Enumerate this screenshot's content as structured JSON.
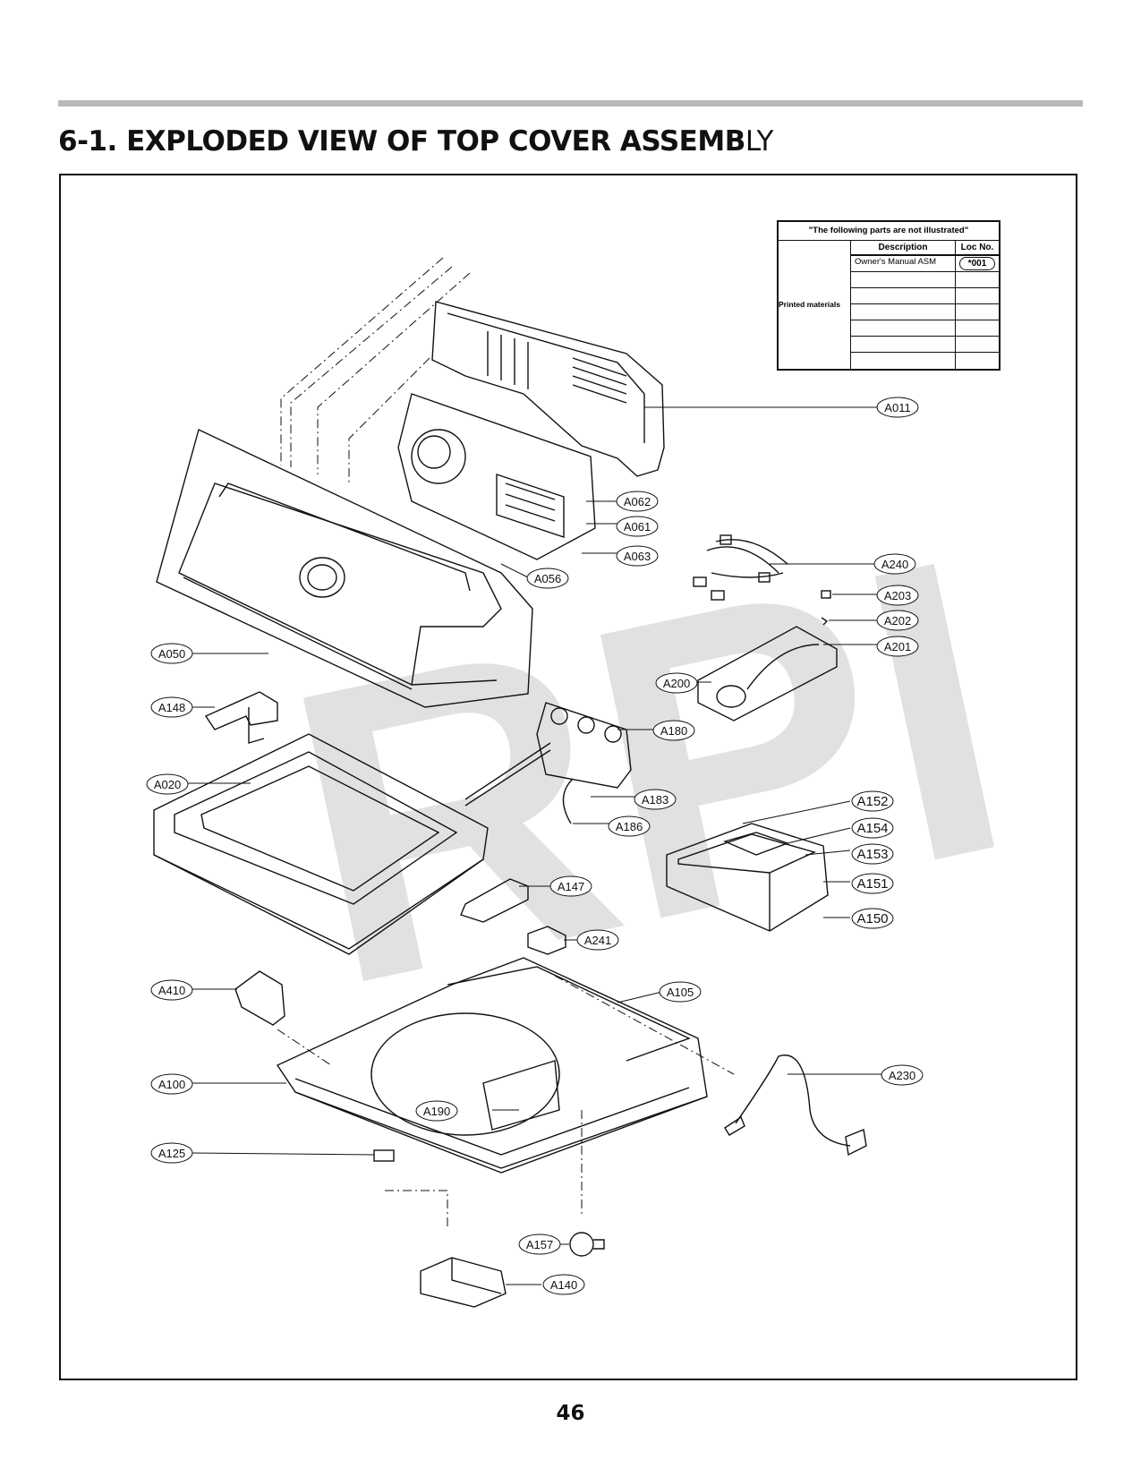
{
  "section_title_main": "6-1. EXPLODED VIEW OF TOP COVER ASSEMB",
  "section_title_tail": "LY",
  "watermark": "RPI",
  "page_number": "46",
  "not_illustrated_table": {
    "caption": "\"The following parts are not illustrated\"",
    "col_description": "Description",
    "col_loc": "Loc No.",
    "category": "Printed materials",
    "rows": [
      {
        "description": "Owner's Manual ASM",
        "loc": "*001"
      }
    ]
  },
  "parts": [
    {
      "id": "a011",
      "label": "A011"
    },
    {
      "id": "a062",
      "label": "A062"
    },
    {
      "id": "a061",
      "label": "A061"
    },
    {
      "id": "a063",
      "label": "A063"
    },
    {
      "id": "a056",
      "label": "A056"
    },
    {
      "id": "a240",
      "label": "A240"
    },
    {
      "id": "a203",
      "label": "A203"
    },
    {
      "id": "a202",
      "label": "A202"
    },
    {
      "id": "a201",
      "label": "A201"
    },
    {
      "id": "a200",
      "label": "A200"
    },
    {
      "id": "a050",
      "label": "A050"
    },
    {
      "id": "a148",
      "label": "A148"
    },
    {
      "id": "a180",
      "label": "A180"
    },
    {
      "id": "a020",
      "label": "A020"
    },
    {
      "id": "a183",
      "label": "A183"
    },
    {
      "id": "a186",
      "label": "A186"
    },
    {
      "id": "a152",
      "label": "A152"
    },
    {
      "id": "a154",
      "label": "A154"
    },
    {
      "id": "a153",
      "label": "A153"
    },
    {
      "id": "a151",
      "label": "A151"
    },
    {
      "id": "a150",
      "label": "A150"
    },
    {
      "id": "a147",
      "label": "A147"
    },
    {
      "id": "a241",
      "label": "A241"
    },
    {
      "id": "a410",
      "label": "A410"
    },
    {
      "id": "a105",
      "label": "A105"
    },
    {
      "id": "a100",
      "label": "A100"
    },
    {
      "id": "a230",
      "label": "A230"
    },
    {
      "id": "a190",
      "label": "A190"
    },
    {
      "id": "a125",
      "label": "A125"
    },
    {
      "id": "a157",
      "label": "A157"
    },
    {
      "id": "a140",
      "label": "A140"
    }
  ]
}
